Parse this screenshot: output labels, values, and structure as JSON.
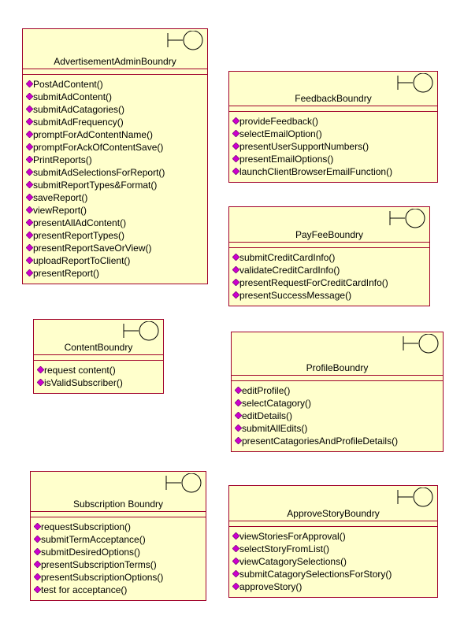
{
  "diagram": {
    "stereotype_icon": "boundary-icon",
    "operation_icon": "public-operation-diamond-icon",
    "colors": {
      "fill": "#ffffcc",
      "border": "#a0002a",
      "diamond": "#cc00cc"
    },
    "classes": [
      {
        "name": "AdvertisementAdminBoundry",
        "operations": [
          "PostAdContent()",
          "submitAdContent()",
          "submitAdCatagories()",
          "submitAdFrequency()",
          "promptForAdContentName()",
          "promptForAckOfContentSave()",
          "PrintReports()",
          "submitAdSelectionsForReport()",
          "submitReportTypes&Format()",
          "saveReport()",
          "viewReport()",
          "presentAllAdContent()",
          "presentReportTypes()",
          "presentReportSaveOrView()",
          "uploadReportToClient()",
          "presentReport()"
        ]
      },
      {
        "name": "FeedbackBoundry",
        "operations": [
          "provideFeedback()",
          "selectEmailOption()",
          "presentUserSupportNumbers()",
          "presentEmailOptions()",
          "launchClientBrowserEmailFunction()"
        ]
      },
      {
        "name": "PayFeeBoundry",
        "operations": [
          "submitCreditCardInfo()",
          "validateCreditCardInfo()",
          "presentRequestForCreditCardInfo()",
          "presentSuccessMessage()"
        ]
      },
      {
        "name": "ContentBoundry",
        "operations": [
          "request content()",
          "isValidSubscriber()"
        ]
      },
      {
        "name": "ProfileBoundry",
        "operations": [
          "editProfile()",
          "selectCatagory()",
          "editDetails()",
          "submitAllEdits()",
          "presentCatagoriesAndProfileDetails()"
        ]
      },
      {
        "name": "Subscription Boundry",
        "operations": [
          "requestSubscription()",
          "submitTermAcceptance()",
          "submitDesiredOptions()",
          "presentSubscriptionTerms()",
          "presentSubscriptionOptions()",
          "test for acceptance()"
        ]
      },
      {
        "name": "ApproveStoryBoundry",
        "operations": [
          "viewStoriesForApproval()",
          "selectStoryFromList()",
          "viewCatagorySelections()",
          "submitCatagorySelectionsForStory()",
          "approveStory()"
        ]
      }
    ]
  }
}
